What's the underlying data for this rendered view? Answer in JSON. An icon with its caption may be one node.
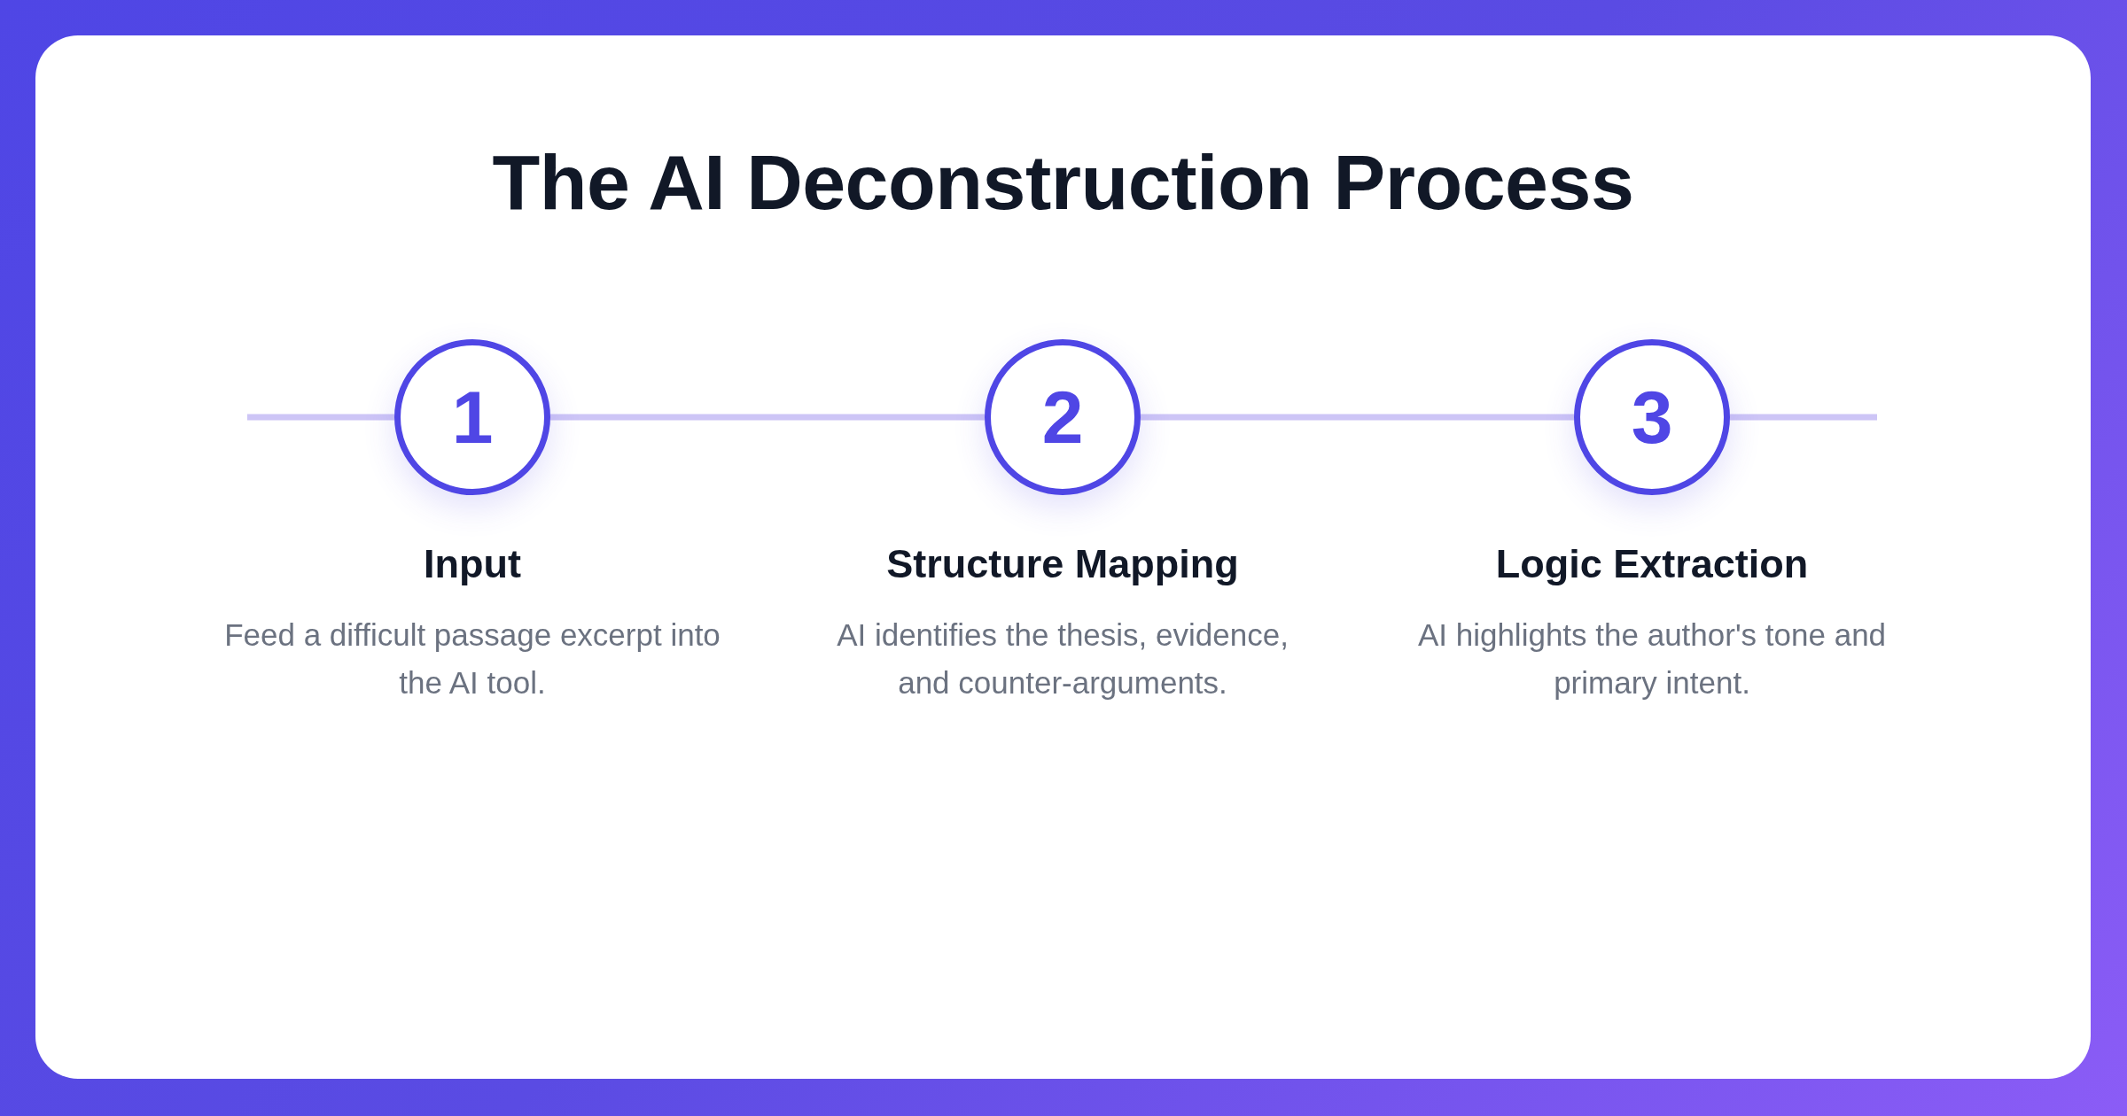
{
  "diagram": {
    "title": "The AI Deconstruction Process",
    "nodes": [
      {
        "text": [
          "1"
        ],
        "beside": [
          "Input",
          "Feed a difficult passage excerpt into the AI tool."
        ]
      },
      {
        "text": [
          "2"
        ],
        "beside": [
          "Structure Mapping",
          "AI identifies the thesis, evidence, and counter-arguments."
        ]
      },
      {
        "text": [
          "3"
        ],
        "beside": [
          "Logic Extraction",
          "AI highlights the author's tone and primary intent."
        ]
      }
    ],
    "edges": [
      {
        "from": null,
        "to": 0,
        "arrow": "none"
      },
      {
        "from": 0,
        "to": 1,
        "arrow": "none"
      },
      {
        "from": 1,
        "to": 2,
        "arrow": "none"
      },
      {
        "from": 2,
        "to": null,
        "arrow": "none"
      }
    ]
  }
}
